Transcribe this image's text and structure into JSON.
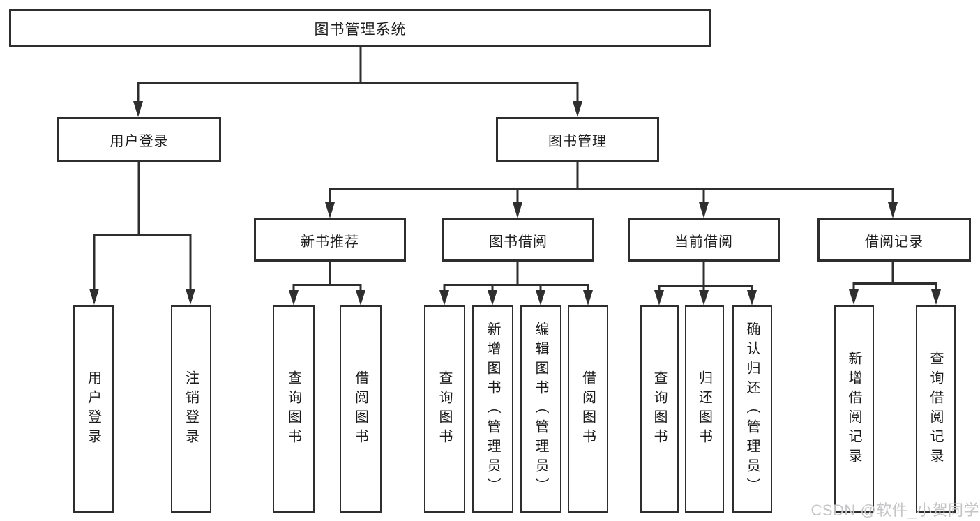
{
  "page": {
    "background": "#ffffff"
  },
  "colors": {
    "line": "#2e2e2e",
    "box_border": "#2e2e2e",
    "text": "#1c1c1c",
    "watermark": "#c5c5c7"
  },
  "diagram": {
    "root": {
      "label": "图书管理系统"
    },
    "branches": [
      {
        "label": "用户登录",
        "leaves": [
          {
            "label": "用户登录"
          },
          {
            "label": "注销登录"
          }
        ]
      },
      {
        "label": "图书管理",
        "sections": [
          {
            "label": "新书推荐",
            "leaves": [
              {
                "label": "查询图书"
              },
              {
                "label": "借阅图书"
              }
            ]
          },
          {
            "label": "图书借阅",
            "leaves": [
              {
                "label": "查询图书"
              },
              {
                "label": "新增图书（管理员）"
              },
              {
                "label": "编辑图书（管理员）"
              },
              {
                "label": "借阅图书"
              }
            ]
          },
          {
            "label": "当前借阅",
            "leaves": [
              {
                "label": "查询图书"
              },
              {
                "label": "归还图书"
              },
              {
                "label": "确认归还（管理员）"
              }
            ]
          },
          {
            "label": "借阅记录",
            "leaves": [
              {
                "label": "新增借阅记录"
              },
              {
                "label": "查询借阅记录"
              }
            ]
          }
        ]
      }
    ]
  },
  "watermark": {
    "text": "CSDN @软件_小贺同学"
  }
}
